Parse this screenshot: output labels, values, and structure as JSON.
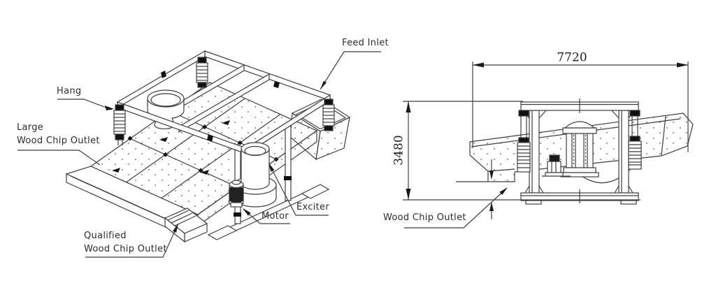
{
  "colors": {
    "background": "#ffffff",
    "line": "#3f3f3f",
    "text": "#2e2e2e"
  },
  "isometric_view": {
    "labels": {
      "feed_inlet": "Feed Inlet",
      "hang": "Hang",
      "large_outlet": [
        "Large",
        "Wood Chip Outlet"
      ],
      "qualified_outlet": [
        "Qualified",
        "Wood Chip Outlet"
      ],
      "motor": "Motor",
      "exciter": "Exciter"
    }
  },
  "side_view": {
    "labels": {
      "wood_chip_outlet": "Wood Chip Outlet"
    },
    "dimensions": {
      "overall_length": "7720",
      "overall_height": "3480"
    }
  }
}
